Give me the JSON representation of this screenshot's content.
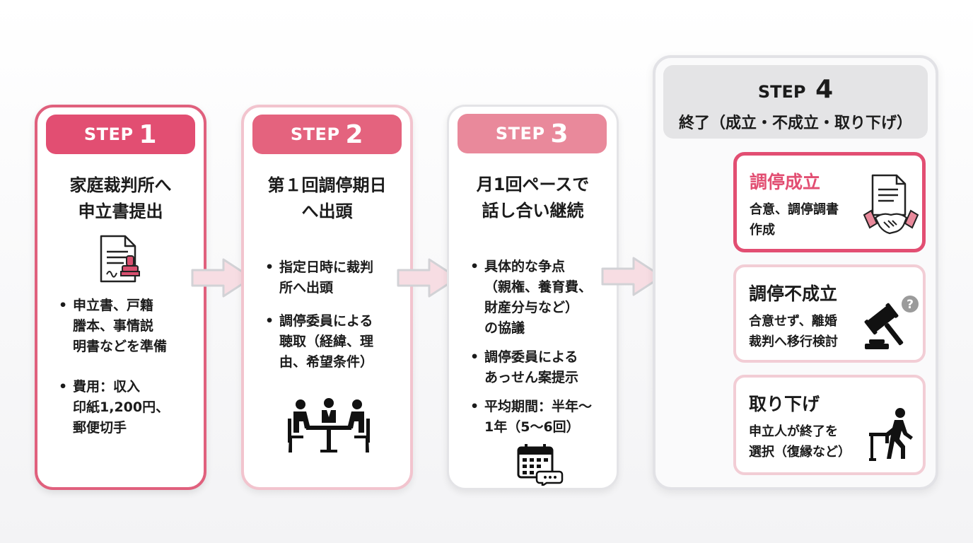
{
  "steps": [
    {
      "label": "STEP",
      "number": "1",
      "title": "家庭裁判所へ\n申立書提出",
      "bullets": [
        "申立書、戸籍\n謄本、事情説\n明書などを準備",
        "費用：収入\n印紙1,200円、\n郵便切手"
      ]
    },
    {
      "label": "STEP",
      "number": "2",
      "title": "第１回調停期日\nへ出頭",
      "bullets": [
        "指定日時に裁判\n所へ出頭",
        "調停委員による\n聴取（経緯、理\n由、希望条件）"
      ]
    },
    {
      "label": "STEP",
      "number": "3",
      "title": "月1回ペースで\n話し合い継続",
      "bullets": [
        "具体的な争点\n（親権、養育費、\n財産分与など）\nの協議",
        "調停委員による\nあっせん案提示",
        "平均期間：半年〜\n1年（5〜6回）"
      ]
    }
  ],
  "step4": {
    "label": "STEP",
    "number": "4",
    "subtitle": "終了（成立・不成立・取り下げ）",
    "outcomes": [
      {
        "title": "調停成立",
        "desc": "合意、調停調書\n作成",
        "icon": "handshake-document-icon"
      },
      {
        "title": "調停不成立",
        "desc": "合意せず、離婚\n裁判へ移行検討",
        "icon": "gavel-question-icon"
      },
      {
        "title": "取り下げ",
        "desc": "申立人が終了を\n選択（復縁など）",
        "icon": "walking-person-icon"
      }
    ]
  },
  "icons": {
    "step1": "document-stamp-icon",
    "step2": "meeting-table-icon",
    "step3": "calendar-chat-icon"
  },
  "colors": {
    "accent": "#e24e72",
    "accent_mid": "#e4637e",
    "accent_light": "#e9899b",
    "arrow_fill": "#f7dde3"
  }
}
